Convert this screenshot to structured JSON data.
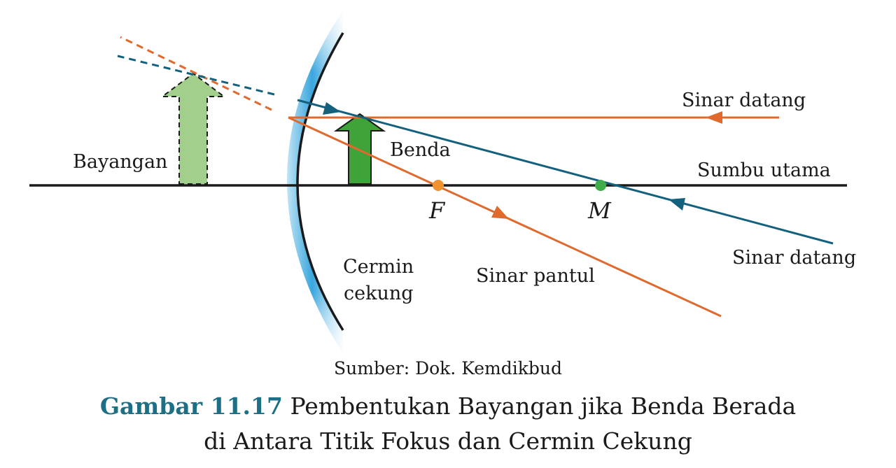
{
  "diagram": {
    "labels": {
      "incoming_ray_top": "Sinar datang",
      "incoming_ray_bottom": "Sinar datang",
      "principal_axis": "Sumbu utama",
      "object": "Benda",
      "image": "Bayangan",
      "mirror_line1": "Cermin",
      "mirror_line2": "cekung",
      "reflected_ray": "Sinar pantul",
      "focus_point": "F",
      "center_point": "M"
    },
    "colors": {
      "orange_ray": "#e06a2e",
      "teal_ray": "#14617e",
      "object_arrow": "#3fa33a",
      "image_arrow": "#a3cf8c",
      "focus_dot": "#f0922e",
      "center_dot": "#3fae49",
      "mirror_blue": "#3aa6dd",
      "axis": "#1a1a1a"
    }
  },
  "caption": {
    "source": "Sumber: Dok. Kemdikbud",
    "figure_number": "Gambar 11.17",
    "title_line1": "Pembentukan Bayangan jika Benda Berada",
    "title_line2": "di Antara Titik Fokus dan Cermin Cekung"
  }
}
